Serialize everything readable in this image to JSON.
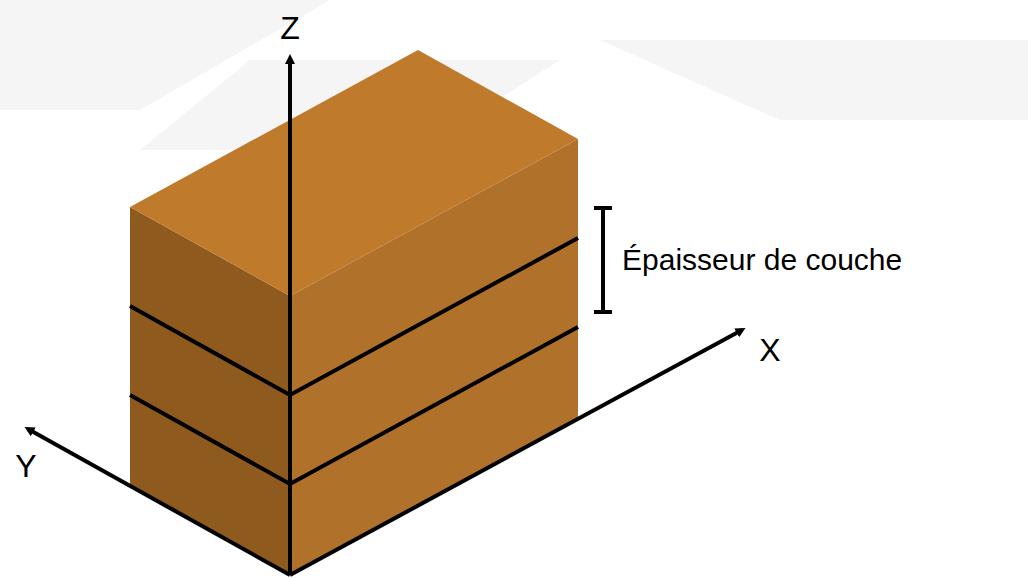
{
  "diagram": {
    "labels": [
      "Z",
      "X",
      "Y",
      "Épaisseur de couche"
    ]
  }
}
